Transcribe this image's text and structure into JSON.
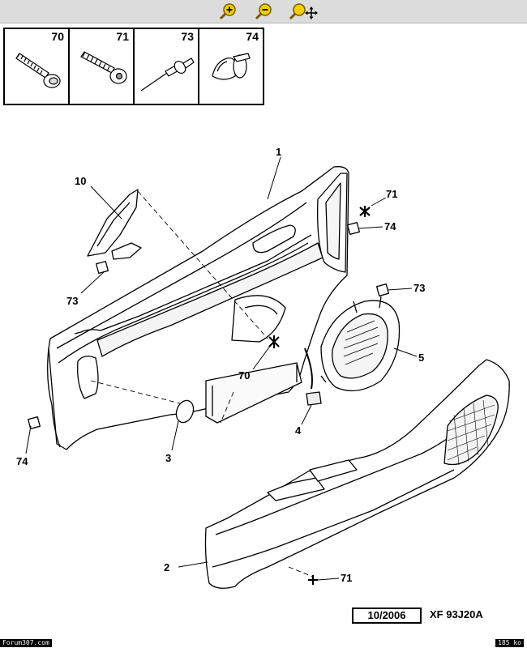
{
  "toolbar": {
    "icons": [
      "zoom-in-icon",
      "zoom-out-icon",
      "zoom-move-icon"
    ]
  },
  "parts_table": [
    {
      "number": "70",
      "icon": "screw-icon"
    },
    {
      "number": "71",
      "icon": "self-tapping-screw-icon"
    },
    {
      "number": "73",
      "icon": "rivet-icon"
    },
    {
      "number": "74",
      "icon": "clip-icon"
    }
  ],
  "callouts": {
    "c1": "1",
    "c2": "2",
    "c3": "3",
    "c4": "4",
    "c5": "5",
    "c10": "10",
    "c70": "70",
    "c71a": "71",
    "c71b": "71",
    "c73a": "73",
    "c73b": "73",
    "c74a": "74",
    "c74b": "74"
  },
  "footer": {
    "date": "10/2006",
    "reference": "XF 93J20A"
  },
  "status": {
    "site": "Forum307.com",
    "size": "185 ko"
  }
}
